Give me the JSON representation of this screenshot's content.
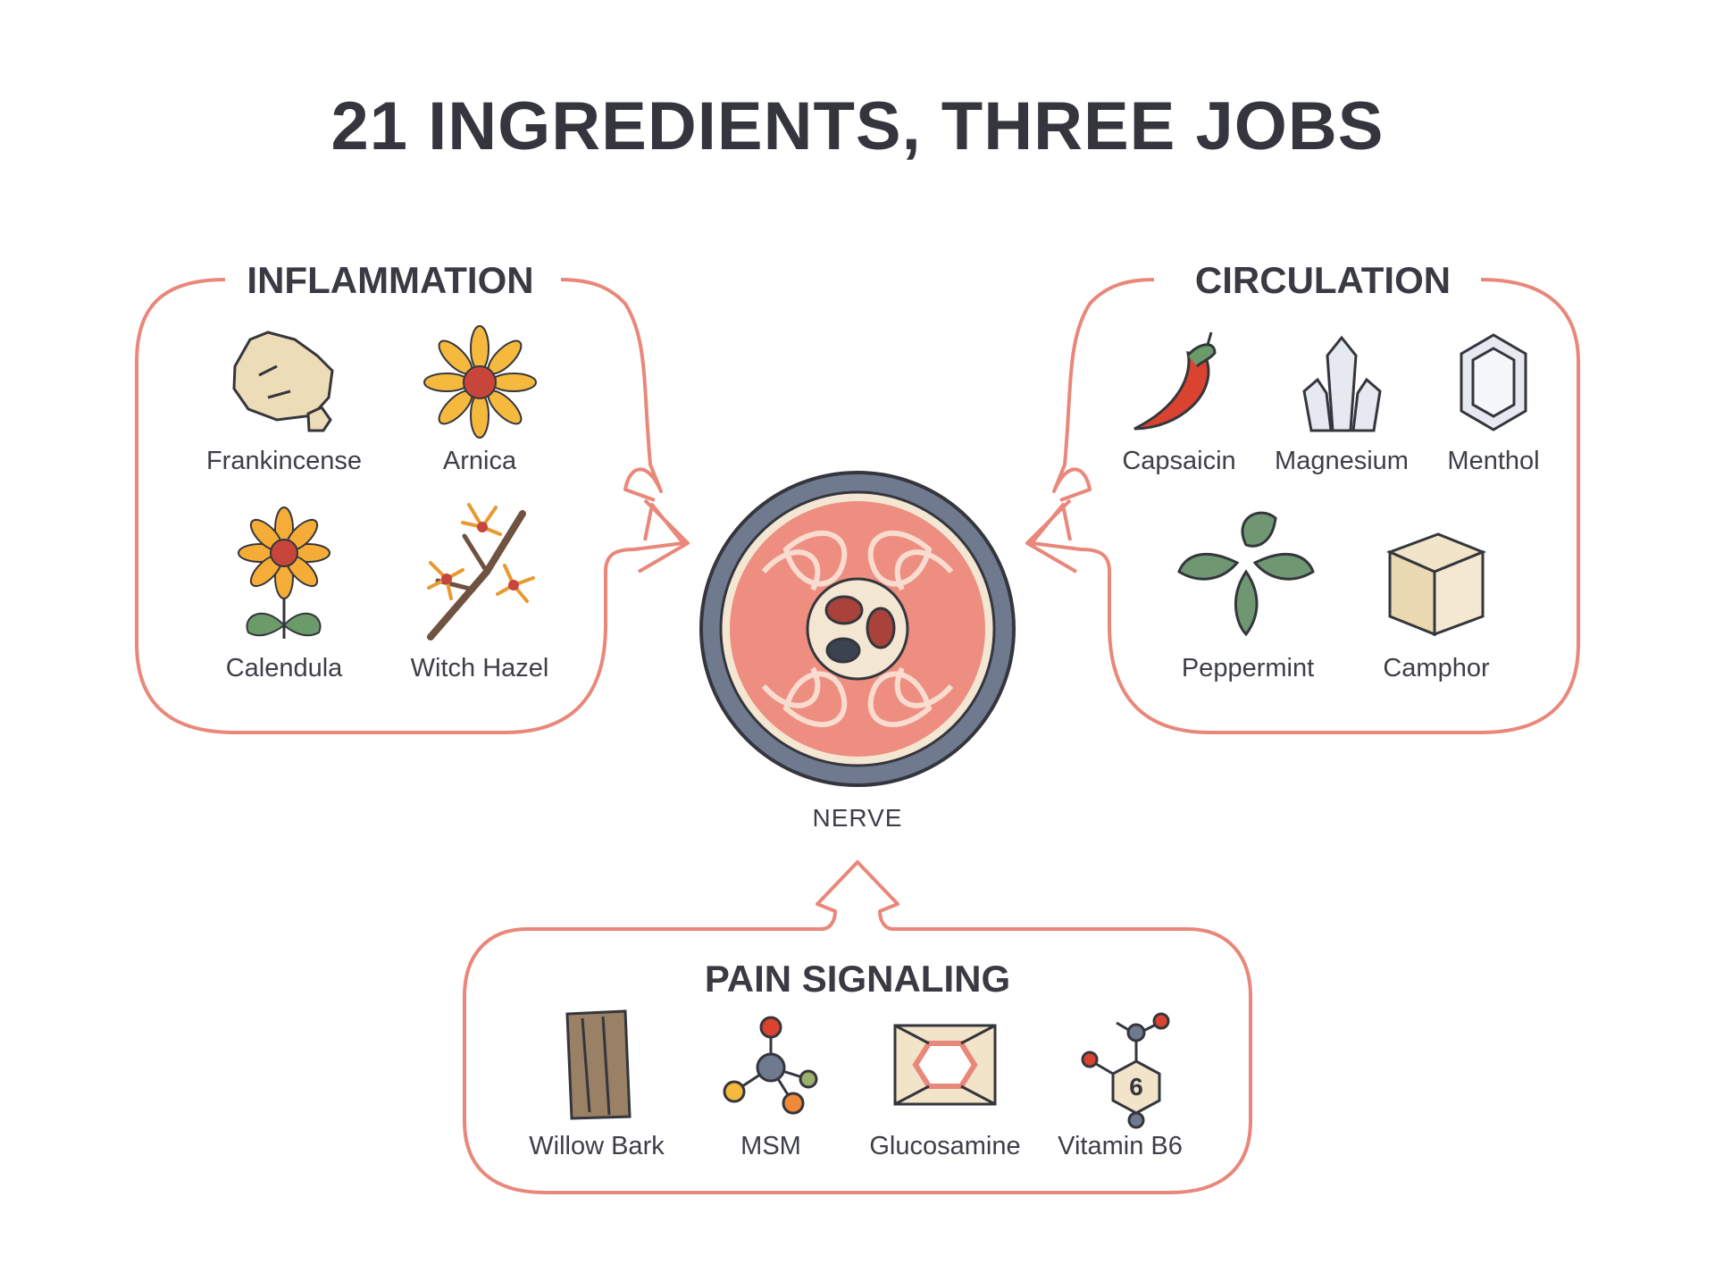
{
  "title": "21 INGREDIENTS, THREE JOBS",
  "center": {
    "label": "NERVE",
    "icon": "nerve-cross-section-icon"
  },
  "colors": {
    "outline": "#e9877a",
    "title": "#35363d",
    "text": "#3d3f46",
    "nerve_fill": "#ee8e80",
    "nerve_sheath": "#6f7a8f"
  },
  "groups": {
    "inflammation": {
      "title": "INFLAMMATION",
      "items": [
        {
          "label": "Frankincense",
          "icon": "frankincense-resin-icon"
        },
        {
          "label": "Arnica",
          "icon": "arnica-flower-icon"
        },
        {
          "label": "Calendula",
          "icon": "calendula-flower-icon"
        },
        {
          "label": "Witch Hazel",
          "icon": "witch-hazel-branch-icon"
        }
      ]
    },
    "circulation": {
      "title": "CIRCULATION",
      "items": [
        {
          "label": "Capsaicin",
          "icon": "chili-pepper-icon"
        },
        {
          "label": "Magnesium",
          "icon": "crystal-cluster-icon"
        },
        {
          "label": "Menthol",
          "icon": "hexagonal-crystal-icon"
        },
        {
          "label": "Peppermint",
          "icon": "mint-leaves-icon"
        },
        {
          "label": "Camphor",
          "icon": "camphor-cube-icon"
        }
      ]
    },
    "pain_signaling": {
      "title": "PAIN SIGNALING",
      "items": [
        {
          "label": "Willow Bark",
          "icon": "bark-icon"
        },
        {
          "label": "MSM",
          "icon": "molecule-icon"
        },
        {
          "label": "Glucosamine",
          "icon": "cartilage-molecule-icon"
        },
        {
          "label": "Vitamin B6",
          "icon": "vitamin-b6-molecule-icon"
        }
      ]
    }
  }
}
